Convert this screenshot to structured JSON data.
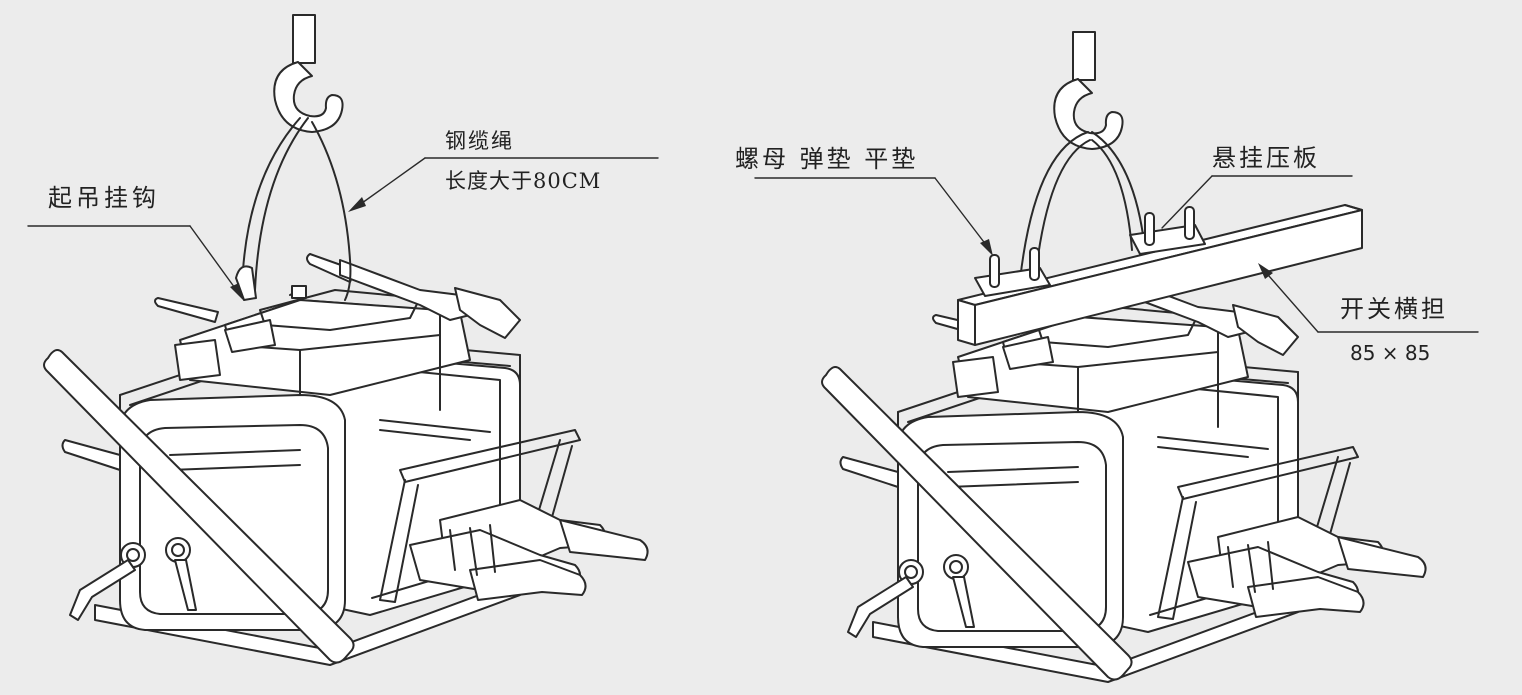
{
  "left": {
    "label_rope_1": "钢缆绳",
    "label_rope_2": "长度大于80CM",
    "label_hook": "起吊挂钩"
  },
  "right": {
    "label_nut": "螺母 弹垫 平垫",
    "label_plate": "悬挂压板",
    "label_bar": "开关横担",
    "label_bar_size": "85 × 85"
  },
  "colors": {
    "background": "#ececec",
    "line": "#2a2a2a",
    "fill": "#ffffff"
  }
}
